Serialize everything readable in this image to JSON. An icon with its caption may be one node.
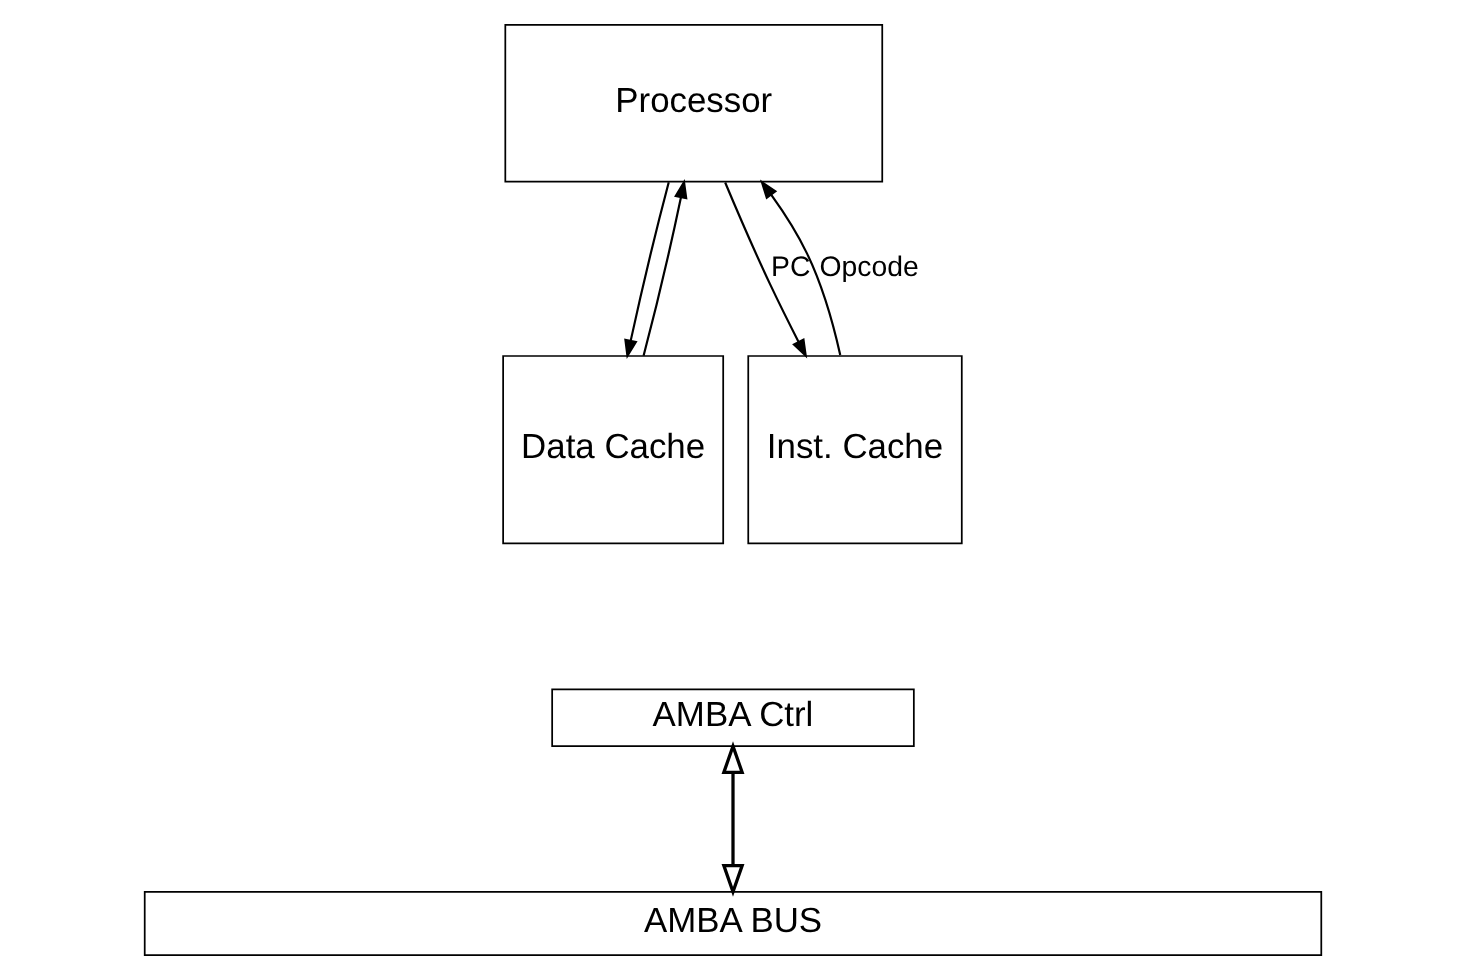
{
  "diagram": {
    "nodes": [
      {
        "text": [
          "Processor"
        ]
      },
      {
        "text": [
          "Data Cache"
        ]
      },
      {
        "text": [
          "Inst. Cache"
        ]
      },
      {
        "text": [
          "AMBA Ctrl"
        ]
      },
      {
        "text": [
          "AMBA BUS"
        ]
      }
    ],
    "edges": [
      {
        "from": 0,
        "to": 1,
        "arrow": "to"
      },
      {
        "from": 1,
        "to": 0,
        "arrow": "to"
      },
      {
        "from": 0,
        "to": 2,
        "arrow": "to",
        "label": "PC"
      },
      {
        "from": 2,
        "to": 0,
        "arrow": "to",
        "label": "Opcode"
      },
      {
        "from": 3,
        "to": 4,
        "arrow": "both"
      }
    ]
  }
}
